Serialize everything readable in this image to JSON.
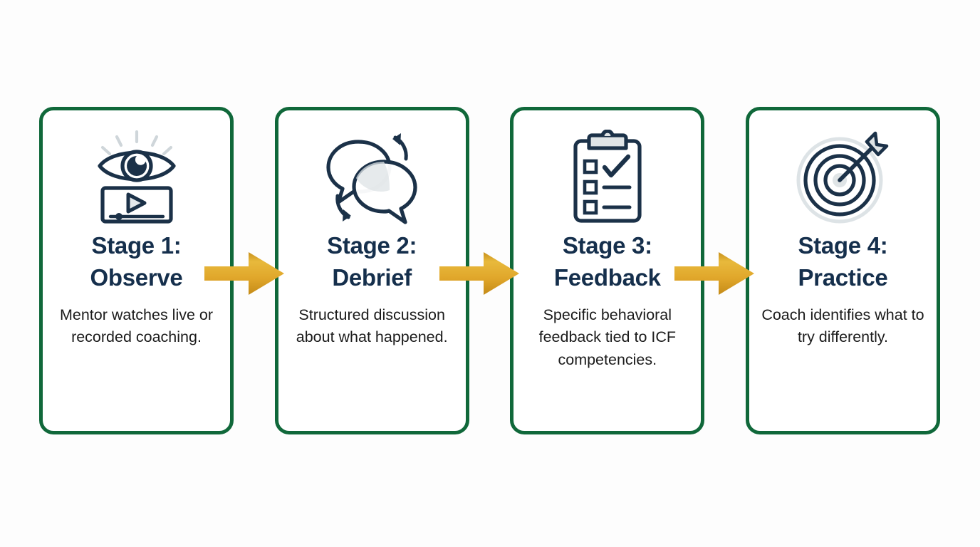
{
  "diagram": {
    "type": "process-flow",
    "orientation": "horizontal",
    "background_color": "#fdfdfd",
    "card_border_color": "#10683a",
    "card_background_color": "#ffffff",
    "title_color": "#152f4c",
    "body_color": "#1b1b1b",
    "arrow_color": "#e0a927",
    "arrow_color_dark": "#c8901c",
    "icon_stroke_color": "#1b3148",
    "icon_fill_color": "#dfe4e6"
  },
  "stages": [
    {
      "title": "Stage 1: Observe",
      "title_line1": "Stage 1:",
      "title_line2": "Observe",
      "description": "Mentor watches live or recorded coaching.",
      "icon": "eye-video-icon"
    },
    {
      "title": "Stage 2: Debrief",
      "title_line1": "Stage 2:",
      "title_line2": "Debrief",
      "description": "Structured discussion about what happened.",
      "icon": "speech-bubbles-cycle-icon"
    },
    {
      "title": "Stage 3: Feedback",
      "title_line1": "Stage 3:",
      "title_line2": "Feedback",
      "description": "Specific behavioral feedback tied to ICF competencies.",
      "icon": "clipboard-checklist-icon"
    },
    {
      "title": "Stage 4: Practice",
      "title_line1": "Stage 4:",
      "title_line2": "Practice",
      "description": "Coach identifies what to try differently.",
      "icon": "target-arrow-icon"
    }
  ],
  "connectors": [
    {
      "from": "Stage 1: Observe",
      "to": "Stage 2: Debrief",
      "icon": "arrow-right-icon"
    },
    {
      "from": "Stage 2: Debrief",
      "to": "Stage 3: Feedback",
      "icon": "arrow-right-icon"
    },
    {
      "from": "Stage 3: Feedback",
      "to": "Stage 4: Practice",
      "icon": "arrow-right-icon"
    }
  ]
}
